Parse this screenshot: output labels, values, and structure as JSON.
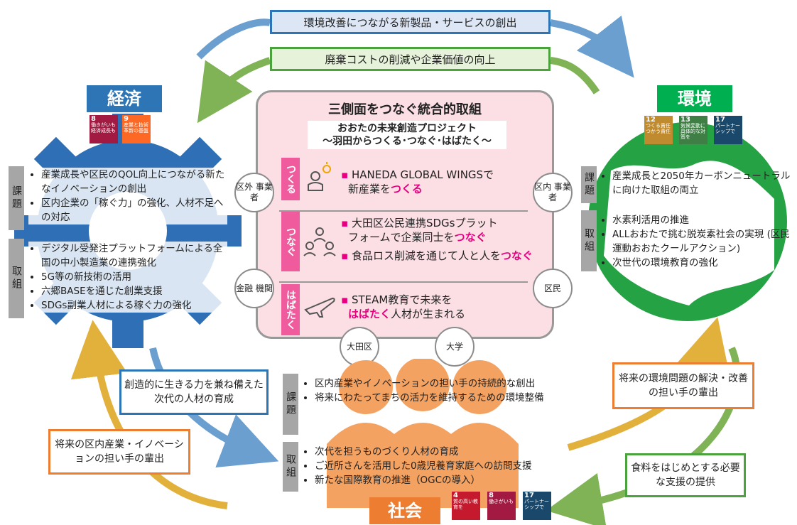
{
  "top": {
    "box1": "環境改善につながる新製品・サービスの創出",
    "box2": "廃棄コストの削減や企業価値の向上"
  },
  "economy": {
    "title": "経済",
    "sdgs": [
      {
        "num": "8",
        "text": "働きがいも 経済成長も",
        "color": "#a21942"
      },
      {
        "num": "9",
        "text": "産業と技術革新の 基盤をつくろう",
        "color": "#fd6925"
      }
    ],
    "issues_label": "課題",
    "issues": [
      "産業成長や区民のQOL向上につながる新たなイノベーションの創出",
      "区内企業の「稼ぐ力」の強化、人材不足への対応"
    ],
    "actions_label": "取組",
    "actions": [
      "デジタル受発注プラットフォームによる全国の中小製造業の連携強化",
      "5G等の新技術の活用",
      "六郷BASEを通じた創業支援",
      "SDGs副業人材による稼ぐ力の強化"
    ]
  },
  "environment": {
    "title": "環境",
    "sdgs": [
      {
        "num": "12",
        "text": "つくる責任 つかう責任",
        "color": "#bf8b2e"
      },
      {
        "num": "13",
        "text": "気候変動に 具体的な対策を",
        "color": "#3f7e44"
      },
      {
        "num": "17",
        "text": "パートナーシップで 目標を達成しよう",
        "color": "#19486a"
      }
    ],
    "issues_label": "課題",
    "issues": [
      "産業成長と2050年カーボンニュートラルに向けた取組の両立"
    ],
    "actions_label": "取組",
    "actions": [
      "水素利活用の推進",
      "ALLおおたで挑む脱炭素社会の実現 (区民運動おおたクールアクション)",
      "次世代の環境教育の強化"
    ]
  },
  "center": {
    "title": "三側面をつなぐ統合的取組",
    "project_line1": "おおたの未来創造プロジェクト",
    "project_line2": "～羽田からつくる･つなぐ･はばたく～",
    "rows": [
      {
        "label": "つくる",
        "icon": "worker-idea-icon",
        "line1": "HANEDA GLOBAL WINGSで",
        "line2_pre": "新産業を",
        "line2_em": "つくる"
      },
      {
        "label": "つなぐ",
        "icon": "people-network-icon",
        "line1": "大田区公民連携SDGsプラット",
        "line2_pre": "フォームで企業同士を",
        "line2_em": "つなぐ",
        "line3_pre": "食品ロス削減を通じて人と人を",
        "line3_em": "つなぐ"
      },
      {
        "label": "はばたく",
        "icon": "airplane-icon",
        "line1": "STEAM教育で未来を",
        "line2_em": "はばたく",
        "line2_post": "人材が生まれる"
      }
    ]
  },
  "stakeholders": {
    "outside": "区外 事業者",
    "inside": "区内 事業者",
    "finance": "金融 機関",
    "residents": "区民",
    "ota": "大田区",
    "univ": "大学"
  },
  "society": {
    "title": "社会",
    "sdgs": [
      {
        "num": "4",
        "text": "質の高い教育を みんなに",
        "color": "#c5192d"
      },
      {
        "num": "8",
        "text": "働きがいも 経済成長も",
        "color": "#a21942"
      },
      {
        "num": "17",
        "text": "パートナーシップで 目標を達成しよう",
        "color": "#19486a"
      }
    ],
    "issues_label": "課題",
    "issues": [
      "区内産業やイノベーションの担い手の持続的な創出",
      "将来にわたってまちの活力を維持するための環境整備"
    ],
    "actions_label": "取組",
    "actions": [
      "次代を担うものづくり人材の育成",
      "ご近所さんを活用した0歳児養育家庭への訪問支援",
      "新たな国際教育の推進（OGCの導入）"
    ]
  },
  "callouts": {
    "blue_mid": "創造的に生きる力を兼ね備えた次代の人材の育成",
    "orange_left": "将来の区内産業・イノベーションの担い手の輩出",
    "orange_right": "将来の環境問題の解決・改善の担い手の輩出",
    "green_right": "食料をはじめとする必要な支援の提供"
  },
  "colors": {
    "blue": "#2e75b6",
    "green": "#70ad47",
    "orange": "#ed7d31",
    "gold": "#e2b13c",
    "pink": "#e6007e",
    "econ_blue": "#4472c4",
    "env_green": "#00b050"
  }
}
